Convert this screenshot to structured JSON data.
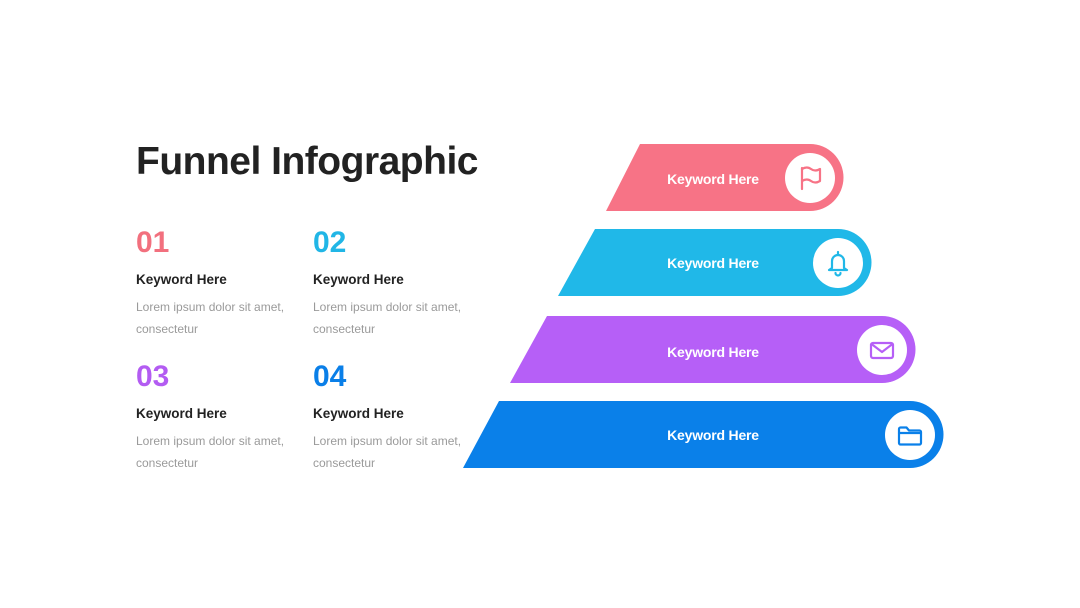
{
  "title": "Funnel Infographic",
  "items": [
    {
      "number": "01",
      "keyword": "Keyword Here",
      "line1": "Lorem ipsum dolor sit amet,",
      "line2": "consectetur",
      "color": "#F2707E"
    },
    {
      "number": "02",
      "keyword": "Keyword Here",
      "line1": "Lorem ipsum dolor sit amet,",
      "line2": "consectetur",
      "color": "#21B6E6"
    },
    {
      "number": "03",
      "keyword": "Keyword Here",
      "line1": "Lorem ipsum dolor sit amet,",
      "line2": "consectetur",
      "color": "#B35CF2"
    },
    {
      "number": "04",
      "keyword": "Keyword Here",
      "line1": "Lorem ipsum dolor sit amet,",
      "line2": "consectetur",
      "color": "#0A7FE8"
    }
  ],
  "funnel": [
    {
      "label": "Keyword Here",
      "icon": "flag-icon",
      "color": "#F77386"
    },
    {
      "label": "Keyword Here",
      "icon": "bell-icon",
      "color": "#20B8E8"
    },
    {
      "label": "Keyword Here",
      "icon": "mail-icon",
      "color": "#B65FF7"
    },
    {
      "label": "Keyword Here",
      "icon": "folder-icon",
      "color": "#0A80E9"
    }
  ]
}
